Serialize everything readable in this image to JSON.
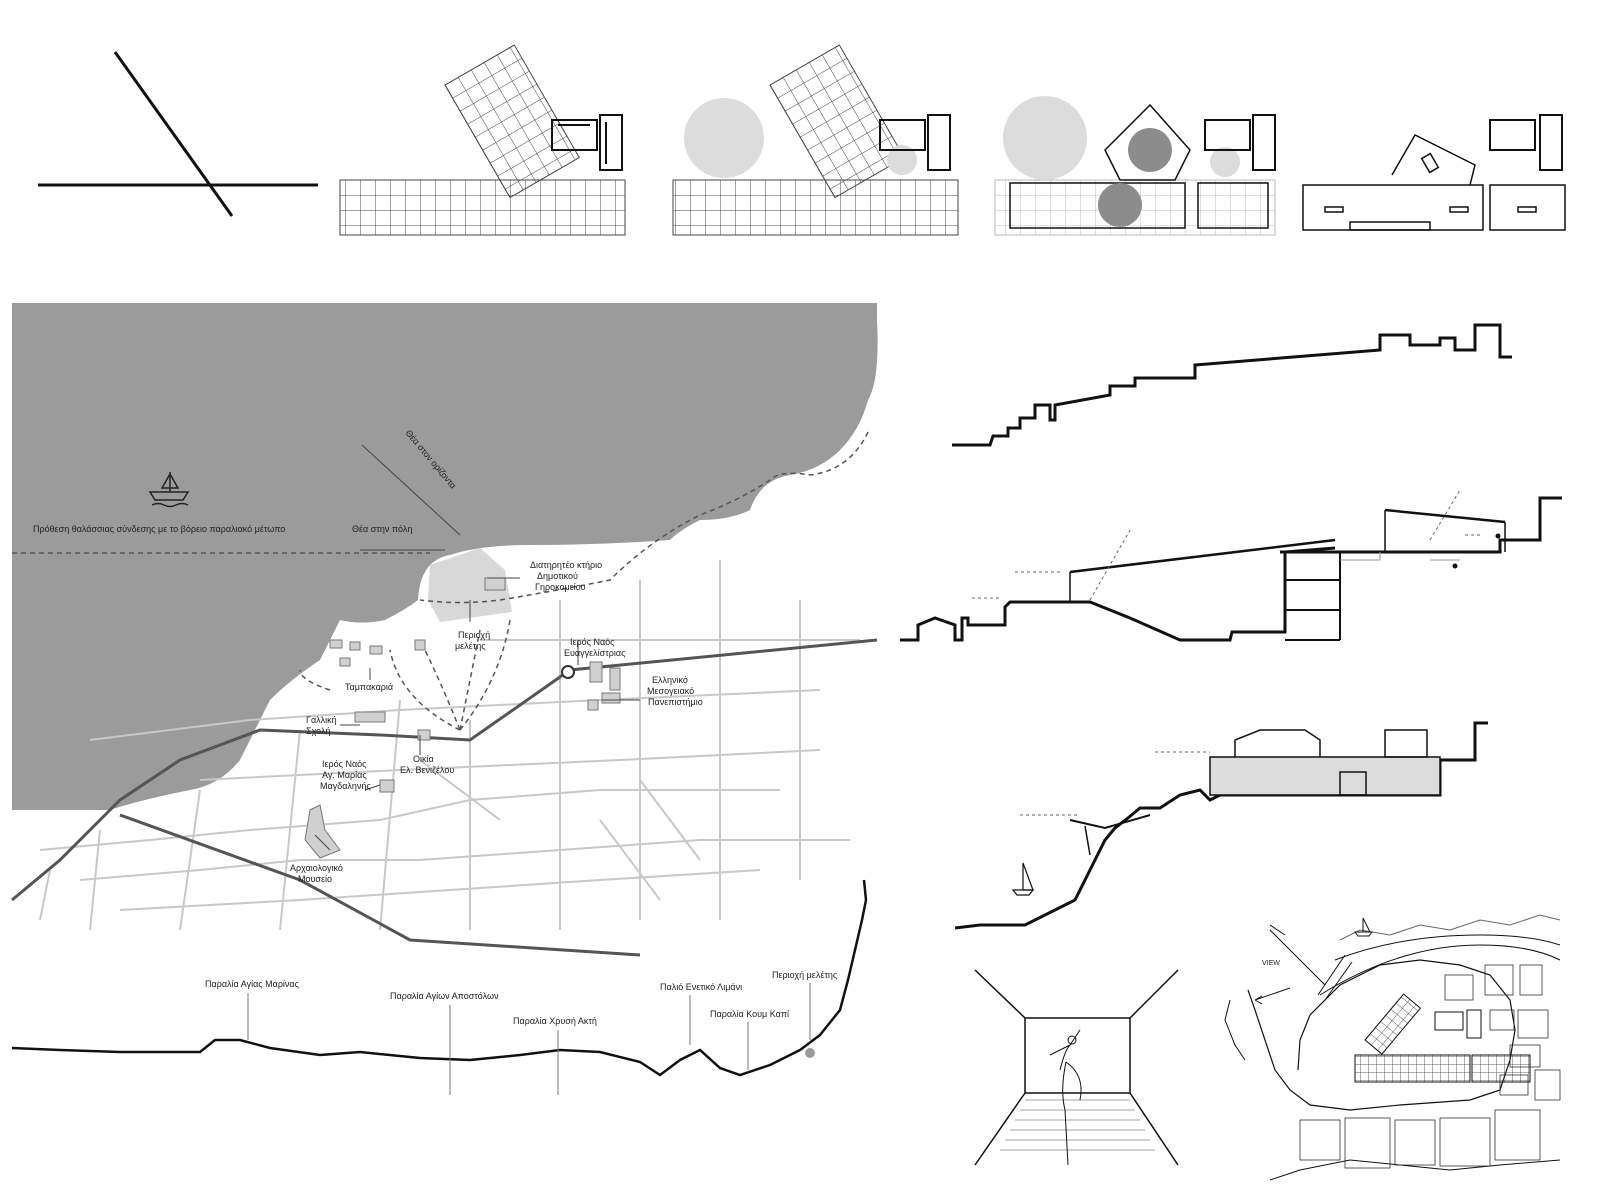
{
  "colors": {
    "sea": "#9b9b9b",
    "study_area": "#d8d8d8",
    "main_road": "#555555",
    "street": "#c8c8c8",
    "ink": "#111111",
    "circle_light": "#dcdcdc",
    "circle_dark": "#8c8c8c"
  },
  "map": {
    "sea_link_proposal": "Πρόθεση θαλάσσιας σύνδεσης με το βόρειο παραλιακό μέτωπο",
    "view_horizon": "Θέα στον ορίζοντα",
    "view_city": "Θέα στην πόλη",
    "labels": {
      "preserved_building": [
        "Διατηρητέο κτήριο",
        "Δημοτικού",
        "Γηροκομείου"
      ],
      "study_area": [
        "Περιοχή",
        "μελέτης"
      ],
      "church_evangelistria": [
        "Ιερός Ναός",
        "Ευαγγελίστριας"
      ],
      "university": [
        "Ελληνικό",
        "Μεσογειακό",
        "Πανεπιστήμιο"
      ],
      "tabakaria": [
        "Ταμπακαριά"
      ],
      "french_school": [
        "Γαλλική",
        "Σχολή"
      ],
      "venizelos_house": [
        "Οικία",
        "Ελ. Βενιζέλου"
      ],
      "church_magdalene": [
        "Ιερός Ναός",
        "Αγ. Μαρίας",
        "Μαγδαληνής"
      ],
      "museum": [
        "Αρχαιολογικό",
        "Μουσείο"
      ]
    },
    "beaches": [
      "Παραλία Αγίας Μαρίνας",
      "Παραλία Αγίων Αποστόλων",
      "Παραλία Χρυσή Ακτή",
      "Παλιό Ενετικό Λιμάνι",
      "Παραλία Κουμ Καπί",
      "Περιοχή μελέτης"
    ]
  },
  "siteplan": {
    "view_label": "VIEW"
  }
}
